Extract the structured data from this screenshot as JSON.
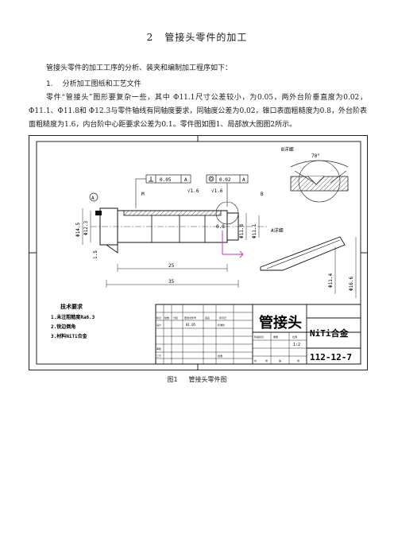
{
  "heading": {
    "number": "2",
    "title": "管接头零件的加工"
  },
  "intro": "管接头零件的加工工序的分析、装夹和编制加工程序如下：",
  "section": {
    "number": "1.",
    "title": "分析加工图纸和工艺文件"
  },
  "paragraph": "零件“管接头”图形要复杂一些，其中 Φ11.1尺寸公差较小，为0.05，两外台阶垂直度为0.02，Φ11.1、Φ11.8和 Φ12.3与零件轴线有同轴度要求，同轴度公差为0.02，锥口表面粗糙度为0.8，外台阶表面粗糙度为1.6，内台阶中心距要求公差为0.1。零件图如图1、局部放大图图2所示。",
  "drawing": {
    "detail_b": "B详细",
    "detail_a": "A详细",
    "angle": "70°",
    "tol_perp": "0.05",
    "tol_ref_a": "A",
    "tol_coax": "0.02",
    "tol_coax_ref": "A",
    "label_m": "M",
    "label_a": "A",
    "label_b": "B",
    "rough_1": "√1.6",
    "rough_2": "√1.6",
    "rough_3": "0.8",
    "dim_left_1": "Φ14.5",
    "dim_left_2": "Φ12.3",
    "dim_right_1": "Φ11.8",
    "dim_right_2": "Φ11.1",
    "dim_detail_1": "Φ11.4",
    "dim_detail_2": "Φ16.6",
    "dim_len_1": "25",
    "dim_len_2": "35",
    "dim_small": "1.5",
    "tech_title": "技术要求",
    "tech_1": "1.未注粗糙度Ra6.3",
    "tech_2": "2.锐边倒角",
    "tech_3": "3.材料NiTi合金",
    "part_name": "管接头",
    "material": "NiTi合金",
    "drawing_no": "112-12-7",
    "scale": "1:2",
    "tb_cells": [
      "标记",
      "处数",
      "分区",
      "更改文件号",
      "签名",
      "年月日",
      "设计",
      "01.05",
      "标准化",
      "审核",
      "工艺",
      "批准",
      "阶段标记",
      "重量",
      "比例",
      "共",
      "张",
      "第",
      "张"
    ]
  },
  "caption": {
    "number": "图1",
    "title": "管接头零件图"
  }
}
